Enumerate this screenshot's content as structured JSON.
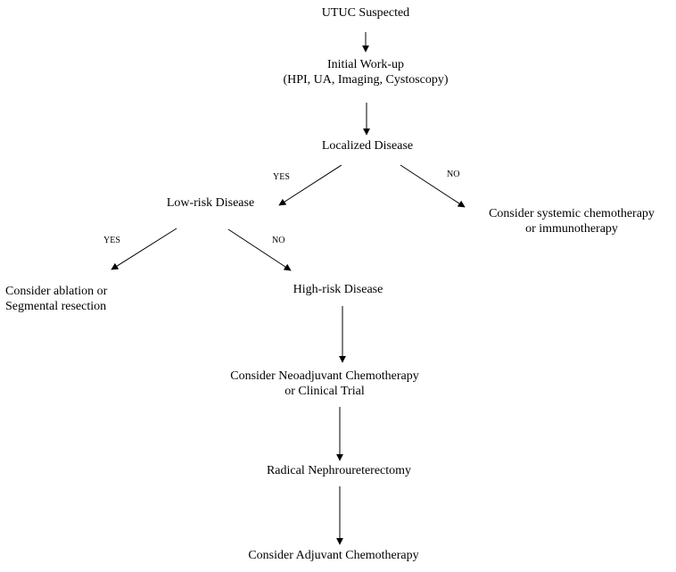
{
  "flowchart": {
    "nodes": {
      "utuc_suspected": [
        "UTUC Suspected"
      ],
      "initial_workup": [
        "Initial Work-up",
        "(HPI, UA, Imaging, Cystoscopy)"
      ],
      "localized_disease": [
        "Localized Disease"
      ],
      "low_risk": [
        "Low-risk Disease"
      ],
      "systemic": [
        "Consider systemic chemotherapy",
        "or immunotherapy"
      ],
      "ablation": [
        "Consider ablation or",
        "Segmental resection"
      ],
      "high_risk": [
        "High-risk Disease"
      ],
      "neoadjuvant": [
        "Consider Neoadjuvant Chemotherapy",
        "or  Clinical Trial"
      ],
      "nephroureterectomy": [
        "Radical Nephroureterectomy"
      ],
      "adjuvant": [
        "Consider Adjuvant Chemotherapy"
      ]
    },
    "edge_labels": {
      "localized_yes": "YES",
      "localized_no": "NO",
      "lowrisk_yes": "YES",
      "lowrisk_no": "NO"
    }
  }
}
